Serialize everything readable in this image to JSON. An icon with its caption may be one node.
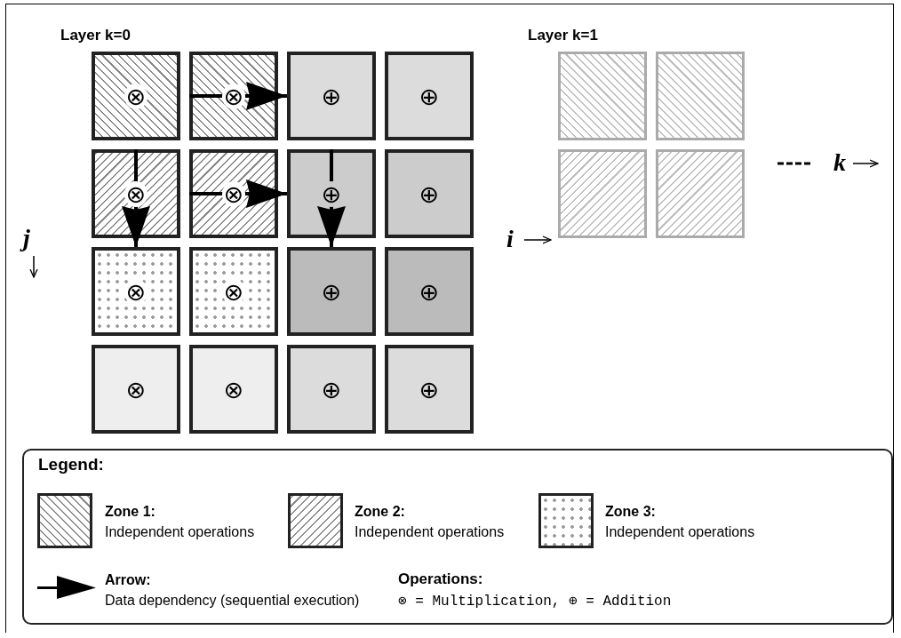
{
  "diagram": {
    "nodes": [
      {
        "text": [
          "⊗"
        ]
      },
      {
        "text": [
          "⊗"
        ]
      },
      {
        "text": [
          "⊕"
        ]
      },
      {
        "text": [
          "⊕"
        ]
      },
      {
        "text": [
          "⊗"
        ]
      },
      {
        "text": [
          "⊗"
        ]
      },
      {
        "text": [
          "⊕"
        ]
      },
      {
        "text": [
          "⊕"
        ]
      },
      {
        "text": [
          "⊗"
        ]
      },
      {
        "text": [
          "⊗"
        ]
      },
      {
        "text": [
          "⊕"
        ]
      },
      {
        "text": [
          "⊕"
        ]
      },
      {
        "text": [
          "⊗"
        ]
      },
      {
        "text": [
          "⊗"
        ]
      },
      {
        "text": [
          "⊕"
        ]
      },
      {
        "text": [
          "⊕"
        ]
      },
      {
        "text": [],
        "shape": "box"
      },
      {
        "text": [],
        "shape": "box"
      },
      {
        "text": [],
        "shape": "box"
      },
      {
        "text": [],
        "shape": "box"
      }
    ],
    "edges": [
      {
        "from": 1,
        "to": 2,
        "arrow": "to"
      },
      {
        "from": 4,
        "to": 8,
        "arrow": "to"
      },
      {
        "from": 5,
        "to": 6,
        "arrow": "to"
      },
      {
        "from": 6,
        "to": 10,
        "arrow": "to"
      }
    ],
    "labels": [
      "Layer k=0",
      "Layer k=1",
      "k",
      "j",
      "i",
      "Legend:",
      "Operations:",
      "⊗ = Multiplication, ⊕ = Addition"
    ],
    "legend": [
      {
        "text": "**Zone 1:** Independent operations"
      },
      {
        "text": "**Zone 2:** Independent operations"
      },
      {
        "text": "**Zone 3:** Independent operations"
      },
      {
        "text": "**Arrow:** Data dependency (sequential execution)"
      }
    ]
  }
}
